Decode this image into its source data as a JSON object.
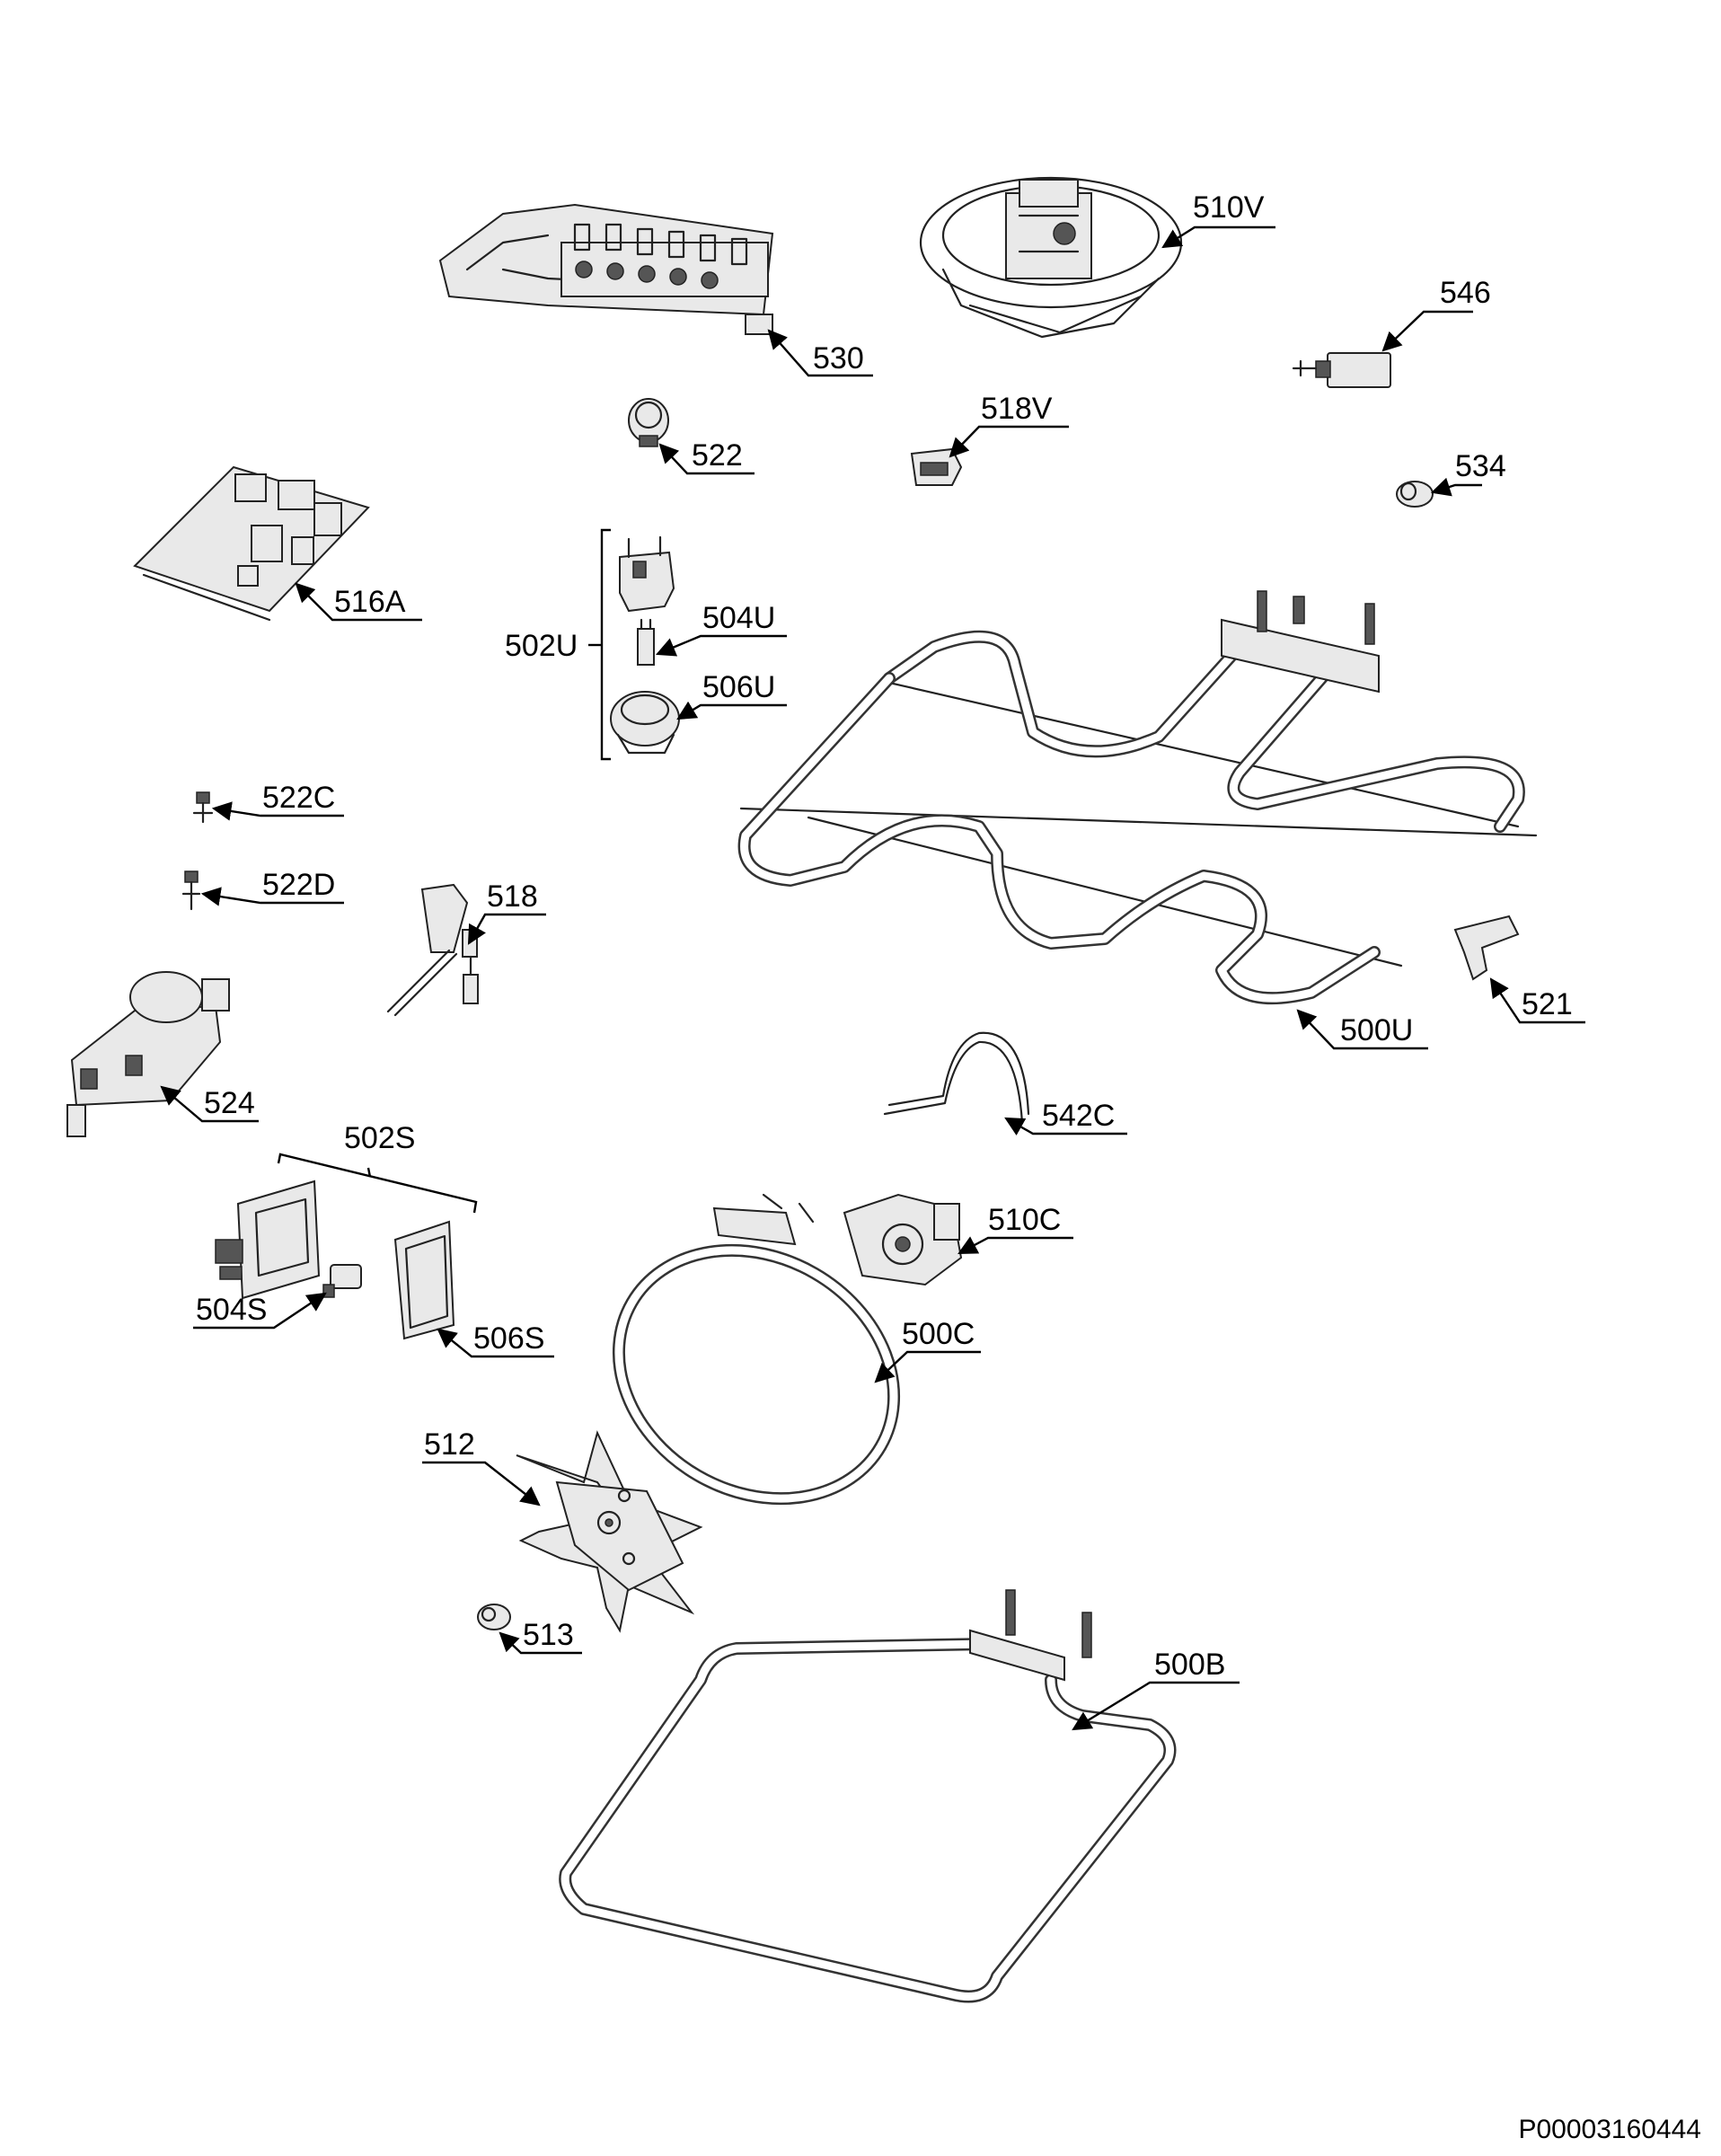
{
  "labels": {
    "530": "530",
    "510V": "510V",
    "546": "546",
    "522": "522",
    "518V": "518V",
    "534": "534",
    "516A": "516A",
    "502U": "502U",
    "504U": "504U",
    "506U": "506U",
    "522C": "522C",
    "522D": "522D",
    "518": "518",
    "524": "524",
    "521": "521",
    "500U": "500U",
    "542C": "542C",
    "502S": "502S",
    "510C": "510C",
    "504S": "504S",
    "506S": "506S",
    "500C": "500C",
    "512": "512",
    "513": "513",
    "500B": "500B"
  },
  "document_code": "P00003160444"
}
